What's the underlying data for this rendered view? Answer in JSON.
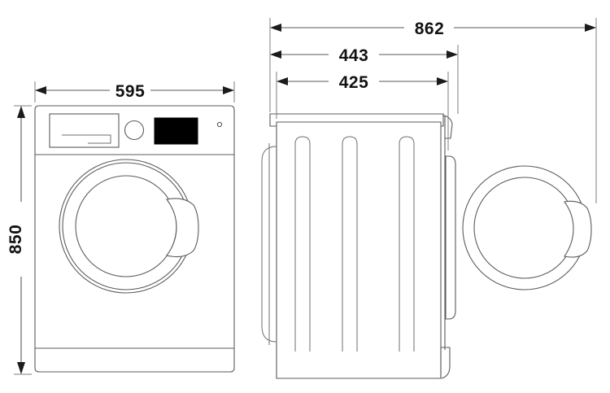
{
  "drawing": {
    "title": "Washing machine dimensional drawing",
    "units": "mm",
    "background_color": "#ffffff",
    "line_color": "#5b5b5b",
    "text_color": "#121212",
    "display_color": "#000000"
  },
  "dimensions": {
    "width_label": "595",
    "height_label": "850",
    "depth_total_label": "862",
    "depth_mid_label": "443",
    "depth_body_label": "425"
  },
  "views": {
    "front": {
      "name": "front-view",
      "parts": {
        "cabinet": "cabinet-outline",
        "control_panel": "control-panel",
        "detergent_drawer": "detergent-drawer",
        "knob": "program-knob",
        "display": "display-panel",
        "indicator": "indicator-light",
        "door": "porthole-door",
        "door_handle": "door-handle",
        "plinth": "base-plinth"
      }
    },
    "top": {
      "name": "top-view",
      "parts": {
        "body": "machine-body",
        "rear_panel": "rear-panel",
        "hose": "drain-hose",
        "ribs": "body-ribs",
        "hinge": "door-hinge",
        "door_edge": "door-edge-panel"
      }
    },
    "door_open": {
      "name": "open-door-view",
      "parts": {
        "outer_ring": "door-outer-ring",
        "inner_ring": "door-inner-ring",
        "handle": "door-handle-notch"
      }
    }
  }
}
